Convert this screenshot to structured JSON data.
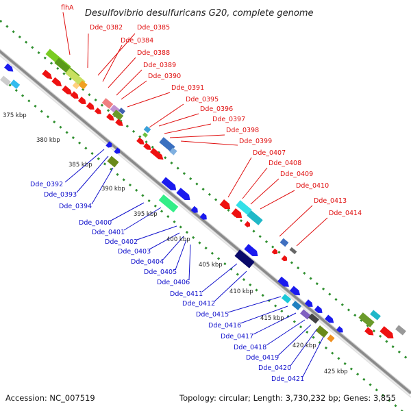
{
  "title": "Desulfovibrio desulfuricans G20, complete genome",
  "footer": {
    "accession": "Accession: NC_007519",
    "summary": "Topology: circular; Length: 3,730,232 bp; Genes: 3,855"
  },
  "colors": {
    "forward_label": "#e01010",
    "reverse_label": "#1010cc",
    "backbone": "#8a8a8a",
    "dotted_track": "#2f8f2f"
  },
  "kbp_ticks": [
    "375 kbp",
    "380 kbp",
    "385 kbp",
    "390 kbp",
    "395 kbp",
    "400 kbp",
    "405 kbp",
    "410 kbp",
    "415 kbp",
    "420 kbp",
    "425 kbp"
  ],
  "forward_labels": [
    "flhA",
    "Dde_0382",
    "Dde_0385",
    "Dde_0384",
    "Dde_0388",
    "Dde_0389",
    "Dde_0390",
    "Dde_0391",
    "Dde_0395",
    "Dde_0396",
    "Dde_0397",
    "Dde_0398",
    "Dde_0399",
    "Dde_0407",
    "Dde_0408",
    "Dde_0409",
    "Dde_0410",
    "Dde_0413",
    "Dde_0414"
  ],
  "reverse_labels": [
    "Dde_0392",
    "Dde_0393",
    "Dde_0394",
    "Dde_0400",
    "Dde_0401",
    "Dde_0402",
    "Dde_0403",
    "Dde_0404",
    "Dde_0405",
    "Dde_0406",
    "Dde_0411",
    "Dde_0412",
    "Dde_0415",
    "Dde_0416",
    "Dde_0417",
    "Dde_0418",
    "Dde_0419",
    "Dde_0420",
    "Dde_0421"
  ]
}
